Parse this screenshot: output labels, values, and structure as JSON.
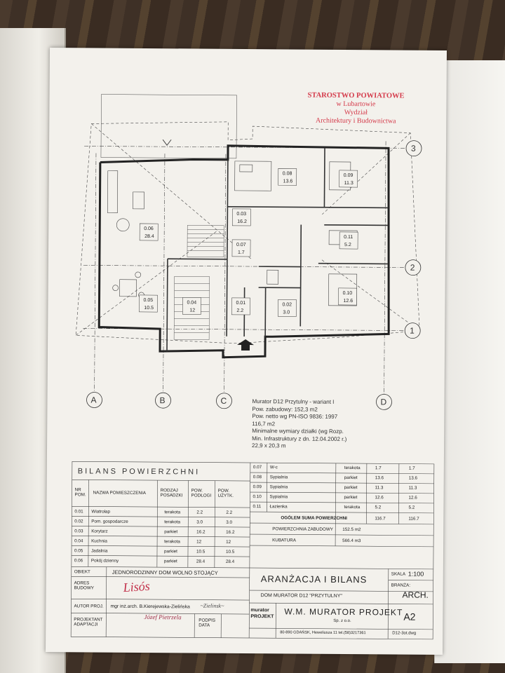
{
  "stamp": {
    "line1": "STAROSTWO POWIATOWE",
    "line2": "w Lubartowie",
    "line3": "Wydział",
    "line4": "Architektury i Budownictwa"
  },
  "grid": {
    "columns": [
      "A",
      "B",
      "C",
      "D"
    ],
    "rows": [
      "3",
      "2",
      "1"
    ]
  },
  "rooms": [
    {
      "code": "0.08",
      "area": "13.6"
    },
    {
      "code": "0.09",
      "area": "11.3"
    },
    {
      "code": "0.03",
      "area": "16.2"
    },
    {
      "code": "0.06",
      "area": "28.4"
    },
    {
      "code": "0.11",
      "area": "5.2"
    },
    {
      "code": "0.07",
      "area": "1.7"
    },
    {
      "code": "0.04",
      "area": "12"
    },
    {
      "code": "0.05",
      "area": "10.5"
    },
    {
      "code": "0.01",
      "area": "2.2"
    },
    {
      "code": "0.02",
      "area": "3.0"
    },
    {
      "code": "0.10",
      "area": "12.6"
    }
  ],
  "info": [
    "Murator D12 Przytulny - wariant I",
    "Pow. zabudowy: 152,3 m2",
    "Pow. netto wg PN-ISO 9836: 1997",
    "116,7 m2",
    "Minimalne wymiary działki (wg Rozp.",
    "Min. Infrastruktury z dn. 12.04.2002 r.)",
    "22,9 x 20,3 m"
  ],
  "bilans": {
    "title": "BILANS POWIERZCHNI",
    "headers": [
      "NR POM.",
      "NAZWA POMIESZCZENIA",
      "RODZAJ POSADZKI",
      "POW. PODŁOGI",
      "POW. UŻYTK."
    ],
    "rows_left": [
      [
        "0.01",
        "Wiatrołap",
        "terakota",
        "2.2",
        "2.2"
      ],
      [
        "0.02",
        "Pom. gospodarcze",
        "terakota",
        "3.0",
        "3.0"
      ],
      [
        "0.03",
        "Korytarz",
        "parkiet",
        "16.2",
        "16.2"
      ],
      [
        "0.04",
        "Kuchnia",
        "terakota",
        "12",
        "12"
      ],
      [
        "0.05",
        "Jadalnia",
        "parkiet",
        "10.5",
        "10.5"
      ],
      [
        "0.06",
        "Pokój dzienny",
        "parkiet",
        "28.4",
        "28.4"
      ]
    ],
    "rows_right": [
      [
        "0.07",
        "W-c",
        "terakota",
        "1.7",
        "1.7"
      ],
      [
        "0.08",
        "Sypialnia",
        "parkiet",
        "13.6",
        "13.6"
      ],
      [
        "0.09",
        "Sypialnia",
        "parkiet",
        "11.3",
        "11.3"
      ],
      [
        "0.10",
        "Sypialnia",
        "parkiet",
        "12.6",
        "12.6"
      ],
      [
        "0.11",
        "Łazienka",
        "terakota",
        "5.2",
        "5.2"
      ]
    ],
    "total_label": "OGÓLEM SUMA POWIERZCHNI",
    "total_floor": "116.7",
    "total_usable": "116.7",
    "zabudowa_label": "POWIERZCHNIA ZABUDOWY",
    "zabudowa_value": "152.5 m2",
    "kubatura_label": "KUBATURA",
    "kubatura_value": "566.4 m3"
  },
  "titleblock": {
    "obiekt_label": "OBIEKT",
    "obiekt_value": "JEDNORODZINNY DOM WOLNO STOJĄCY",
    "adres_label": "ADRES BUDOWY",
    "autor_label": "AUTOR PROJ.",
    "autor_value": "mgr inż.arch. B.Kierejewska-Zielińska",
    "projektant_label": "PROJEKTANT ADAPTACJI",
    "podpis_label": "PODPIS DATA",
    "drawing_title": "ARANŻACJA I BILANS",
    "subtitle": "DOM MURATOR D12 \"PRZYTULNY\"",
    "skala_label": "SKALA",
    "skala_value": "1:100",
    "branza_label": "BRANŻA:",
    "branza_value": "ARCH.",
    "sheet_no": "A2",
    "company": "W.M. MURATOR PROJEKT",
    "company_sub": "Sp. z o.o.",
    "address": "80-890 GDAŃSK, Heweliusza 11 tel.(58)3217361",
    "file": "D12-3ot.dwg",
    "logo_text": "murator PROJEKT"
  },
  "colors": {
    "stamp": "#d43a4a",
    "line": "#333333",
    "paper": "#f3f1ec"
  }
}
